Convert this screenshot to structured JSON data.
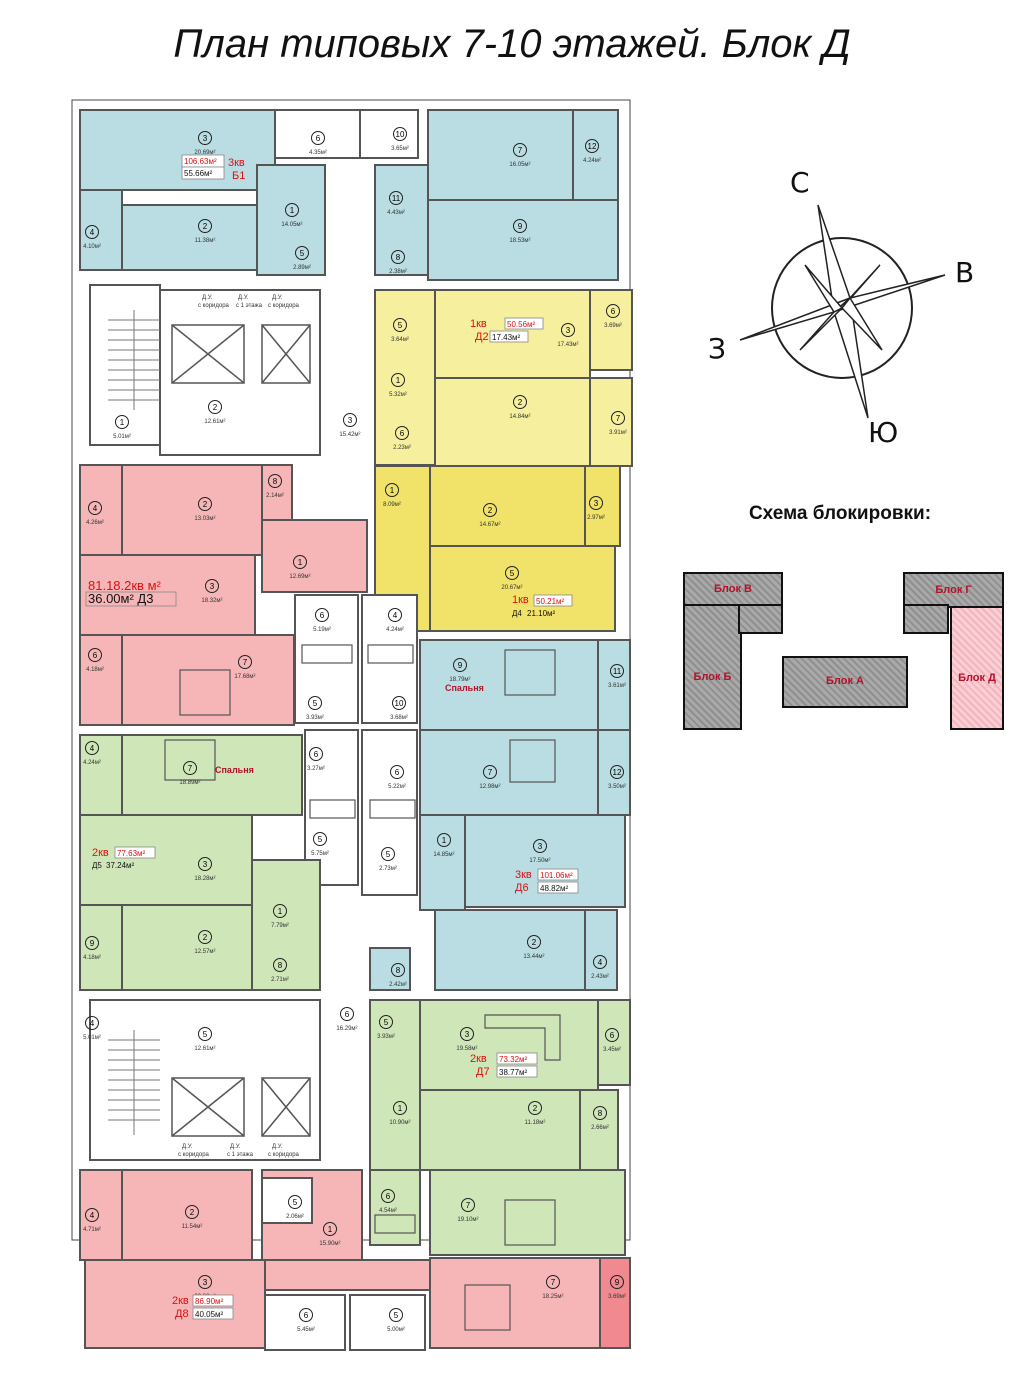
{
  "title": "План типовых 7-10 этажей. Блок Д",
  "compass": {
    "north": "С",
    "east": "В",
    "south": "Ю",
    "west": "З"
  },
  "scheme": {
    "title": "Схема блокировки:",
    "blocks": {
      "b": "Блок Б",
      "v": "Блок В",
      "a": "Блок А",
      "g": "Блок Г",
      "d": "Блок Д"
    }
  },
  "colors": {
    "blue": "#b9dde2",
    "yellow": "#f5ef9e",
    "yellow_dark": "#f1e26a",
    "pink": "#f6b6b8",
    "green": "#cfe6b9",
    "hall": "#ffffff",
    "wall": "#555555"
  },
  "apartments": [
    {
      "total": "106.63м²",
      "name": "3кв",
      "code": "Б1",
      "living": "55.66м²"
    },
    {
      "name": "1кв",
      "total": "50.56м²",
      "code": "Д2",
      "living": "17.43м²"
    },
    {
      "name": "1кв",
      "total": "50.21м²",
      "code": "Д4",
      "living": "21.10м²"
    },
    {
      "total": "81.18.2кв м²",
      "living": "36.00м² Д3"
    },
    {
      "name": "2кв",
      "total": "77.63м²",
      "code": "Д5",
      "living": "37.24м²"
    },
    {
      "name": "3кв",
      "total": "101.06м²",
      "code": "Д6",
      "living": "48.82м²"
    },
    {
      "name": "2кв",
      "total": "73.32м²",
      "code": "Д7",
      "living": "38.77м²"
    },
    {
      "name": "2кв",
      "total": "86.90м²",
      "code": "Д8",
      "living": "40.05м²"
    }
  ],
  "room_words": {
    "bedroom": "Спальня"
  },
  "stair_notes": {
    "smoke1": "Д.У.",
    "with_corridor1": "с коридора",
    "from1": "с 1 этажа",
    "with_corridor2": "с коридора"
  },
  "rooms": [
    {
      "n": "3",
      "a": "20.69м²"
    },
    {
      "n": "6",
      "a": "4.35м²"
    },
    {
      "n": "10",
      "a": "3.65м²"
    },
    {
      "n": "7",
      "a": "16.05м²"
    },
    {
      "n": "12",
      "a": "4.24м²"
    },
    {
      "n": "4",
      "a": "4.10м²"
    },
    {
      "n": "2",
      "a": "11.38м²"
    },
    {
      "n": "1",
      "a": "14.05м²"
    },
    {
      "n": "11",
      "a": "4.43м²"
    },
    {
      "n": "9",
      "a": "18.53м²"
    },
    {
      "n": "5",
      "a": "2.89м²"
    },
    {
      "n": "8",
      "a": "2.38м²"
    },
    {
      "n": "5",
      "a": "3.64м²"
    },
    {
      "n": "3",
      "a": "17.43м²"
    },
    {
      "n": "6",
      "a": "3.69м²"
    },
    {
      "n": "1",
      "a": "5.32м²"
    },
    {
      "n": "1",
      "a": "5.01м²"
    },
    {
      "n": "2",
      "a": "12.61м²"
    },
    {
      "n": "2",
      "a": "14.84м²"
    },
    {
      "n": "7",
      "a": "3.91м²"
    },
    {
      "n": "3",
      "a": "15.42м²"
    },
    {
      "n": "6",
      "a": "2.23м²"
    },
    {
      "n": "4",
      "a": "4.26м²"
    },
    {
      "n": "2",
      "a": "13.03м²"
    },
    {
      "n": "8",
      "a": "2.14м²"
    },
    {
      "n": "1",
      "a": "8.09м²"
    },
    {
      "n": "2",
      "a": "14.67м²"
    },
    {
      "n": "3",
      "a": "2.97м²"
    },
    {
      "n": "1",
      "a": "12.69м²"
    },
    {
      "n": "3",
      "a": "18.32м²"
    },
    {
      "n": "5",
      "a": "20.67м²"
    },
    {
      "n": "6",
      "a": "5.19м²"
    },
    {
      "n": "4",
      "a": "4.24м²"
    },
    {
      "n": "6",
      "a": "4.18м²"
    },
    {
      "n": "7",
      "a": "17.68м²"
    },
    {
      "n": "5",
      "a": "3.93м²"
    },
    {
      "n": "10",
      "a": "3.68м²"
    },
    {
      "n": "9",
      "a": "18.79м²"
    },
    {
      "n": "11",
      "a": "3.61м²"
    },
    {
      "n": "4",
      "a": "4.24м²"
    },
    {
      "n": "7",
      "a": "18.89м²"
    },
    {
      "n": "6",
      "a": "3.27м²"
    },
    {
      "n": "6",
      "a": "5.22м²"
    },
    {
      "n": "7",
      "a": "12.98м²"
    },
    {
      "n": "12",
      "a": "3.50м²"
    },
    {
      "n": "3",
      "a": "18.28м²"
    },
    {
      "n": "5",
      "a": "5.75м²"
    },
    {
      "n": "5",
      "a": "2.73м²"
    },
    {
      "n": "1",
      "a": "14.85м²"
    },
    {
      "n": "3",
      "a": "17.50м²"
    },
    {
      "n": "9",
      "a": "4.18м²"
    },
    {
      "n": "2",
      "a": "12.57м²"
    },
    {
      "n": "1",
      "a": "7.79м²"
    },
    {
      "n": "8",
      "a": "2.71м²"
    },
    {
      "n": "8",
      "a": "2.42м²"
    },
    {
      "n": "2",
      "a": "13.44м²"
    },
    {
      "n": "4",
      "a": "2.43м²"
    },
    {
      "n": "4",
      "a": "5.01м²"
    },
    {
      "n": "5",
      "a": "12.61м²"
    },
    {
      "n": "6",
      "a": "16.29м²"
    },
    {
      "n": "5",
      "a": "3.93м²"
    },
    {
      "n": "3",
      "a": "19.58м²"
    },
    {
      "n": "6",
      "a": "3.45м²"
    },
    {
      "n": "1",
      "a": "10.90м²"
    },
    {
      "n": "2",
      "a": "11.18м²"
    },
    {
      "n": "8",
      "a": "2.66м²"
    },
    {
      "n": "4",
      "a": "4.71м²"
    },
    {
      "n": "2",
      "a": "11.54м²"
    },
    {
      "n": "5",
      "a": "2.06м²"
    },
    {
      "n": "6",
      "a": "4.54м²"
    },
    {
      "n": "7",
      "a": "19.10м²"
    },
    {
      "n": "1",
      "a": "15.90м²"
    },
    {
      "n": "3",
      "a": "20.82м²"
    },
    {
      "n": "7",
      "a": "18.25м²"
    },
    {
      "n": "9",
      "a": "3.69м²"
    },
    {
      "n": "6",
      "a": "5.45м²"
    },
    {
      "n": "5",
      "a": "5.00м²"
    }
  ]
}
